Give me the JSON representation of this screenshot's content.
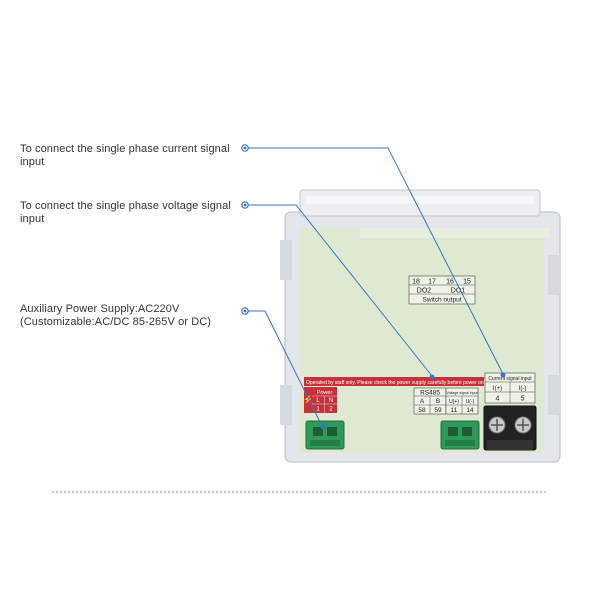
{
  "callouts": {
    "current_signal": "To connect the single phase current signal input",
    "voltage_signal": "To connect the single phase voltage signal input",
    "aux_power_line1": "Auxiliary Power Supply:AC220V",
    "aux_power_line2": "(Customizable:AC/DC 85-265V or DC)"
  },
  "device": {
    "switch_output": {
      "numbers": [
        "18",
        "17",
        "16",
        "15"
      ],
      "labels": [
        "DO2",
        "DO1"
      ],
      "caption": "Switch output"
    },
    "warning": "Operated by staff only. Please check the power supply carefully before power on!",
    "power": {
      "title": "Power",
      "labels": [
        "L",
        "N"
      ],
      "numbers": [
        "1",
        "2"
      ]
    },
    "rs485": {
      "title": "RS485",
      "labels": [
        "A",
        "B"
      ],
      "numbers": [
        "58",
        "59"
      ]
    },
    "voltage": {
      "title": "Voltage signal input",
      "labels": [
        "U(+)",
        "U(-)"
      ],
      "numbers": [
        "11",
        "14"
      ]
    },
    "current": {
      "title": "Current signal input",
      "labels": [
        "I(+)",
        "I(-)"
      ],
      "numbers": [
        "4",
        "5"
      ]
    }
  },
  "colors": {
    "panel": "#dfe9d2",
    "housing": "#e3e6ea",
    "warning_red": "#c8313a",
    "terminal_green": "#2e9a5a",
    "leader_blue": "#3b73c4"
  }
}
